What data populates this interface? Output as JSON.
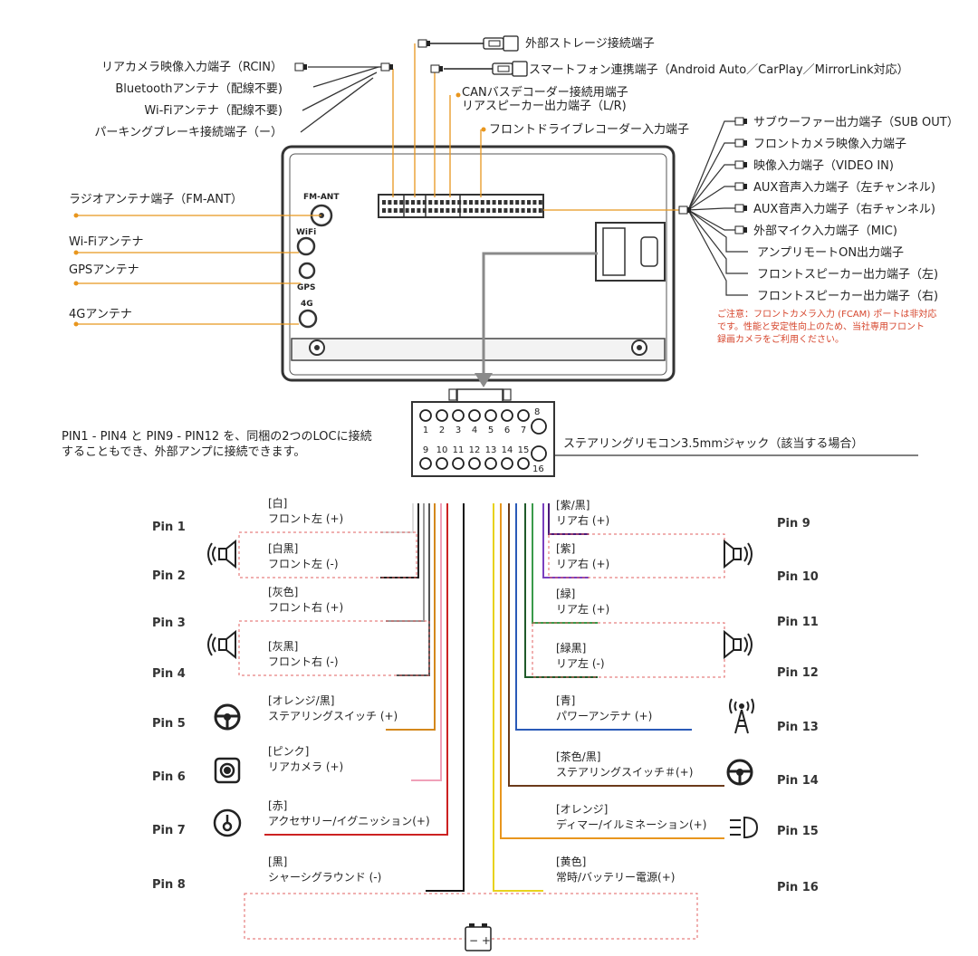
{
  "top_connectors": {
    "external_storage": "外部ストレージ接続端子",
    "smartphone": "スマートフォン連携端子（Android Auto／CarPlay／MirrorLink対応）",
    "can_line1": "CANバスデコーダー接続用端子",
    "can_line2": "リアスピーカー出力端子（L/R)",
    "front_recorder": "フロントドライブレコーダー入力端子"
  },
  "left_cables": [
    "リアカメラ映像入力端子（RCIN）",
    "Bluetoothアンテナ（配線不要)",
    "Wi-Fiアンテナ（配線不要)",
    "パーキングブレーキ接続端子（ー）"
  ],
  "left_antennas": [
    "ラジオアンテナ端子（FM-ANT）",
    "Wi-Fiアンテナ",
    "GPSアンテナ",
    "4Gアンテナ"
  ],
  "unit_labels": {
    "fm": "FM-ANT",
    "wifi": "WiFi",
    "gps": "GPS",
    "g4": "4G"
  },
  "right_cables": [
    "サブウーファー出力端子（SUB OUT）",
    "フロントカメラ映像入力端子",
    "映像入力端子（VIDEO IN)",
    "AUX音声入力端子（左チャンネル)",
    "AUX音声入力端子（右チャンネル)",
    "外部マイク入力端子（MIC)",
    "アンプリモートON出力端子",
    "フロントスピーカー出力端子（左)",
    "フロントスピーカー出力端子（右)"
  ],
  "note": [
    "ご注意：フロントカメラ入力 (FCAM) ポートは非対応",
    "です。性能と安定性向上のため、当社専用フロント",
    "録画カメラをご利用ください。"
  ],
  "pin_connector": {
    "top_numbers": [
      "1",
      "2",
      "3",
      "4",
      "5",
      "6",
      "7"
    ],
    "pin8": "8",
    "bottom_numbers": [
      "9",
      "10",
      "11",
      "12",
      "13",
      "14",
      "15"
    ],
    "pin16": "16"
  },
  "loc_note": [
    "PIN1 - PIN4 と PIN9 - PIN12 を、同梱の2つのLOCに接続",
    "することもでき、外部アンプに接続できます。"
  ],
  "steering_jack": "ステアリングリモコン3.5mmジャック（該当する場合）",
  "left_pins": [
    {
      "pin": "Pin 1",
      "color_label": "[白]",
      "desc": "フロント左 (+)",
      "wire": "#dddddd"
    },
    {
      "pin": "Pin 2",
      "color_label": "[白黒]",
      "desc": "フロント左 (-)",
      "wire": "#222222"
    },
    {
      "pin": "Pin 3",
      "color_label": "[灰色]",
      "desc": "フロント右 (+)",
      "wire": "#999999"
    },
    {
      "pin": "Pin 4",
      "color_label": "[灰黒]",
      "desc": "フロント右 (-)",
      "wire": "#555555"
    },
    {
      "pin": "Pin 5",
      "color_label": "[オレンジ/黒]",
      "desc": "ステアリングスイッチ (+)",
      "wire": "#d4881c"
    },
    {
      "pin": "Pin 6",
      "color_label": "[ピンク]",
      "desc": "リアカメラ (+)",
      "wire": "#f0a0b8"
    },
    {
      "pin": "Pin 7",
      "color_label": "[赤]",
      "desc": "アクセサリー/イグニッション(+)",
      "wire": "#cc2222"
    },
    {
      "pin": "Pin 8",
      "color_label": "[黒]",
      "desc": "シャーシグラウンド (-)",
      "wire": "#111111"
    }
  ],
  "right_pins": [
    {
      "pin": "Pin 9",
      "color_label": "[紫/黒]",
      "desc": "リア右 (+)",
      "wire": "#4b1a7a"
    },
    {
      "pin": "Pin 10",
      "color_label": "[紫]",
      "desc": "リア右 (+)",
      "wire": "#7a3fbf"
    },
    {
      "pin": "Pin 11",
      "color_label": "[緑]",
      "desc": "リア左 (+)",
      "wire": "#3a9a4a"
    },
    {
      "pin": "Pin 12",
      "color_label": "[緑黒]",
      "desc": "リア左 (-)",
      "wire": "#1f5a2a"
    },
    {
      "pin": "Pin 13",
      "color_label": "[青]",
      "desc": "パワーアンテナ (+)",
      "wire": "#2a5ab8"
    },
    {
      "pin": "Pin 14",
      "color_label": "[茶色/黒]",
      "desc": "ステアリングスイッチ＃(+)",
      "wire": "#6b3a1a"
    },
    {
      "pin": "Pin 15",
      "color_label": "[オレンジ]",
      "desc": "ディマー/イルミネーション(+)",
      "wire": "#e8961e"
    },
    {
      "pin": "Pin 16",
      "color_label": "[黄色]",
      "desc": "常時/バッテリー電源(+)",
      "wire": "#e8d21e"
    }
  ],
  "battery_icon_text": "− +",
  "colors": {
    "accent": "#e8961e",
    "note": "#d6452c",
    "dash": "#e06060"
  }
}
